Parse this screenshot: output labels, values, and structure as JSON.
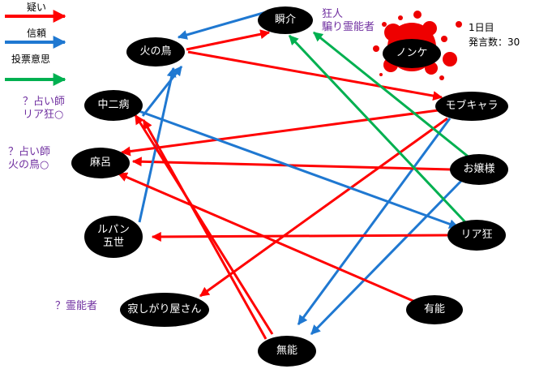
{
  "legend": {
    "items": [
      {
        "label": "疑い",
        "color": "#ff0000"
      },
      {
        "label": "信頼",
        "color": "#1f78d1"
      },
      {
        "label": "投票意思",
        "color": "#00b050"
      }
    ]
  },
  "info": {
    "day": "1日目",
    "statements": "発言数：30"
  },
  "colors": {
    "accent_purple": "#7030a0",
    "node_fill": "#000000",
    "dead_blood": "#ee0000"
  },
  "nodes": [
    {
      "id": "shunsuke",
      "label": "瞬介"
    },
    {
      "id": "hinotori",
      "label": "火の鳥"
    },
    {
      "id": "nonke",
      "label": "ノンケ",
      "status": "dead"
    },
    {
      "id": "chuuni",
      "label": "中二病"
    },
    {
      "id": "mobu",
      "label": "モブキャラ"
    },
    {
      "id": "maro",
      "label": "麻呂"
    },
    {
      "id": "ojou",
      "label": "お嬢様"
    },
    {
      "id": "lupin",
      "label": "ルパン\n五世"
    },
    {
      "id": "riakyou",
      "label": "リア狂"
    },
    {
      "id": "sabishi",
      "label": "寂しがり屋さん"
    },
    {
      "id": "yuunou",
      "label": "有能"
    },
    {
      "id": "munou",
      "label": "無能"
    }
  ],
  "annotations": [
    {
      "id": "shunsuke_role",
      "text": "狂人\n騙り霊能者"
    },
    {
      "id": "chuuni_claim",
      "text": "？占い師\nリア狂○"
    },
    {
      "id": "maro_claim",
      "text": "？占い師\n火の鳥○"
    },
    {
      "id": "sabishi_claim",
      "text": "？霊能者"
    }
  ],
  "edges": [
    {
      "from": "hinotori",
      "to": "shunsuke",
      "type": "doubt"
    },
    {
      "from": "shunsuke",
      "to": "hinotori",
      "type": "trust"
    },
    {
      "from": "hinotori",
      "to": "mobu",
      "type": "doubt"
    },
    {
      "from": "mobu",
      "to": "maro",
      "type": "doubt"
    },
    {
      "from": "mobu",
      "to": "sabishi",
      "type": "doubt"
    },
    {
      "from": "mobu",
      "to": "munou",
      "type": "trust"
    },
    {
      "from": "ojou",
      "to": "maro",
      "type": "doubt"
    },
    {
      "from": "ojou",
      "to": "munou",
      "type": "trust"
    },
    {
      "from": "ojou",
      "to": "shunsuke",
      "type": "vote"
    },
    {
      "from": "riakyou",
      "to": "shunsuke",
      "type": "vote"
    },
    {
      "from": "riakyou",
      "to": "lupin",
      "type": "doubt"
    },
    {
      "from": "chuuni",
      "to": "riakyou",
      "type": "trust"
    },
    {
      "from": "lupin",
      "to": "hinotori",
      "type": "trust"
    },
    {
      "from": "chuuni",
      "to": "hinotori",
      "type": "trust"
    },
    {
      "from": "yuunou",
      "to": "maro",
      "type": "doubt"
    },
    {
      "from": "munou",
      "to": "chuuni",
      "type": "doubt"
    },
    {
      "from": "munou",
      "to": "chuuni",
      "type": "doubt"
    }
  ]
}
